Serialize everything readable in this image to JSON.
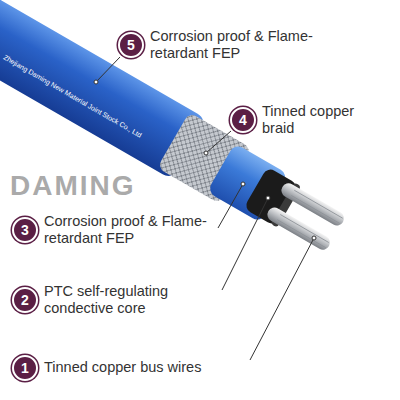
{
  "diagram": {
    "nodes": [
      {
        "text": [
          "5",
          "Corrosion proof & Flame-retardant FEP"
        ]
      },
      {
        "text": [
          "4",
          "Tinned copper braid"
        ]
      },
      {
        "text": [
          "3",
          "Corrosion proof & Flame-retardant FEP"
        ]
      },
      {
        "text": [
          "2",
          "PTC self-regulating condective core"
        ]
      },
      {
        "text": [
          "1",
          "Tinned copper bus wires"
        ]
      }
    ],
    "labels": [
      "Zhejiang Daming New Material Joint Stock Co., Ltd",
      "DAMING"
    ]
  }
}
